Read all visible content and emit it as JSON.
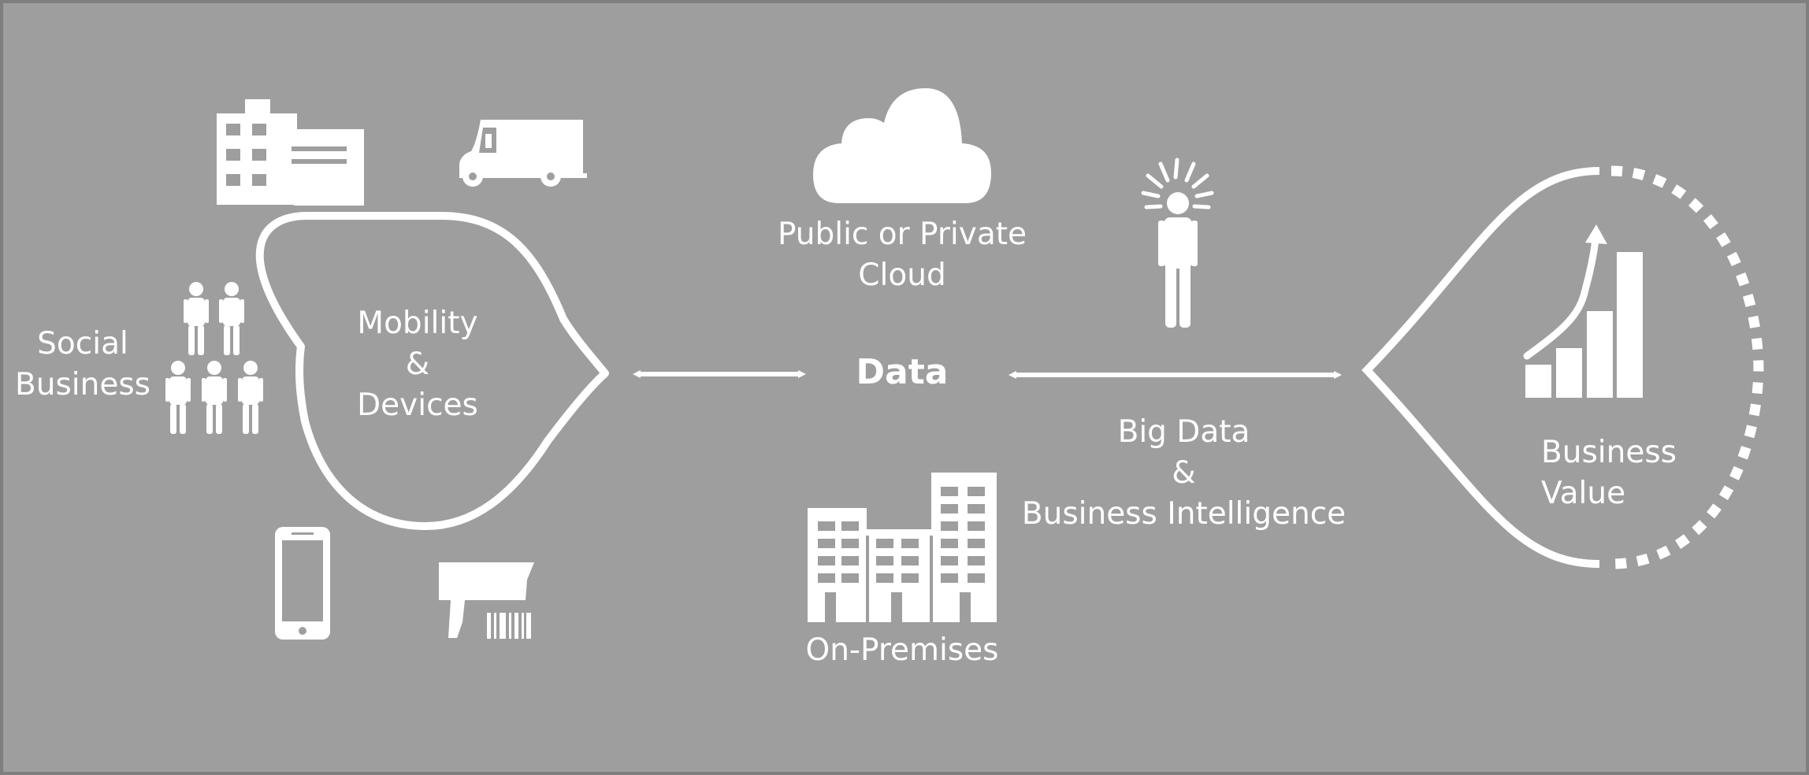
{
  "colors": {
    "background": "#9e9e9e",
    "frame": "#7f7f7f",
    "foreground": "#ffffff"
  },
  "icons": {
    "factory": "factory-icon",
    "van": "delivery-van-icon",
    "people": "group-people-icon",
    "phone": "smartphone-icon",
    "scanner": "barcode-scanner-icon",
    "cloud": "cloud-icon",
    "buildings": "office-buildings-icon",
    "idea_person": "idea-person-icon",
    "bar_chart": "growth-bar-chart-icon"
  },
  "labels": {
    "social": [
      "Social",
      "Business"
    ],
    "mobility": [
      "Mobility",
      "&",
      "Devices"
    ],
    "cloud": [
      "Public or Private",
      "Cloud"
    ],
    "data": "Data",
    "premises": "On-Premises",
    "bigdata": [
      "Big Data",
      "&",
      "Business Intelligence"
    ],
    "value": [
      "Business",
      "Value"
    ]
  }
}
